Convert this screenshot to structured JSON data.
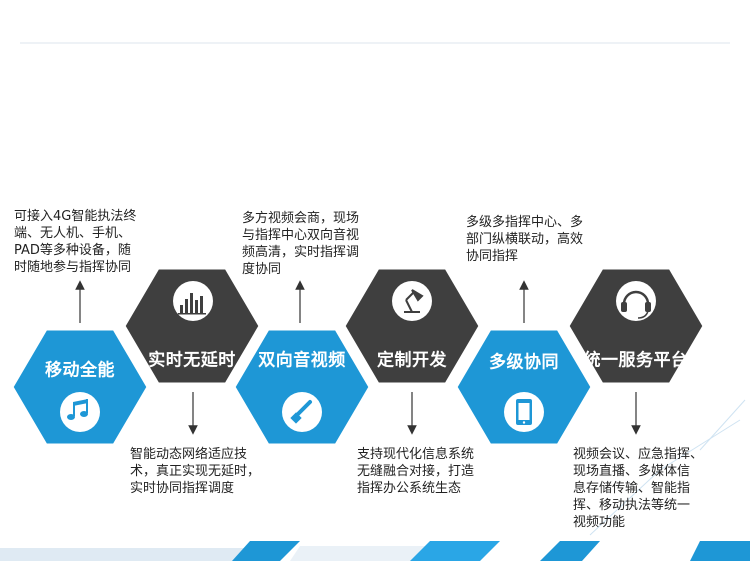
{
  "colors": {
    "blue": "#1e97d6",
    "dark": "#3f3f3f",
    "text": "#222222"
  },
  "items": [
    {
      "title": "移动全能",
      "icon": "music-note-icon",
      "hex": "blue",
      "desc": "可接入4G智能执法终\n端、无人机、手机、\nPAD等多种设备，随\n时随地参与指挥协同",
      "arrow": "up"
    },
    {
      "title": "实时无延时",
      "icon": "bar-chart-icon",
      "hex": "dark",
      "desc": "智能动态网络适应技\n术，真正实现无延时，\n实时协同指挥调度",
      "arrow": "down"
    },
    {
      "title": "双向音视频",
      "icon": "brush-icon",
      "hex": "blue",
      "desc": "多方视频会商，现场\n与指挥中心双向音视\n频高清，实时指挥调\n度协同",
      "arrow": "up"
    },
    {
      "title": "定制开发",
      "icon": "desk-lamp-icon",
      "hex": "dark",
      "desc": "支持现代化信息系统\n无缝融合对接，打造\n指挥办公系统生态",
      "arrow": "down"
    },
    {
      "title": "多级协同",
      "icon": "smartphone-icon",
      "hex": "blue",
      "desc": "多级多指挥中心、多\n部门纵横联动，高效\n协同指挥",
      "arrow": "up"
    },
    {
      "title": "统一服务平台",
      "icon": "headset-icon",
      "hex": "dark",
      "desc": "视频会议、应急指挥、\n现场直播、多媒体信\n息存储传输、智能指\n挥、移动执法等统一\n视频功能",
      "arrow": "down"
    }
  ]
}
